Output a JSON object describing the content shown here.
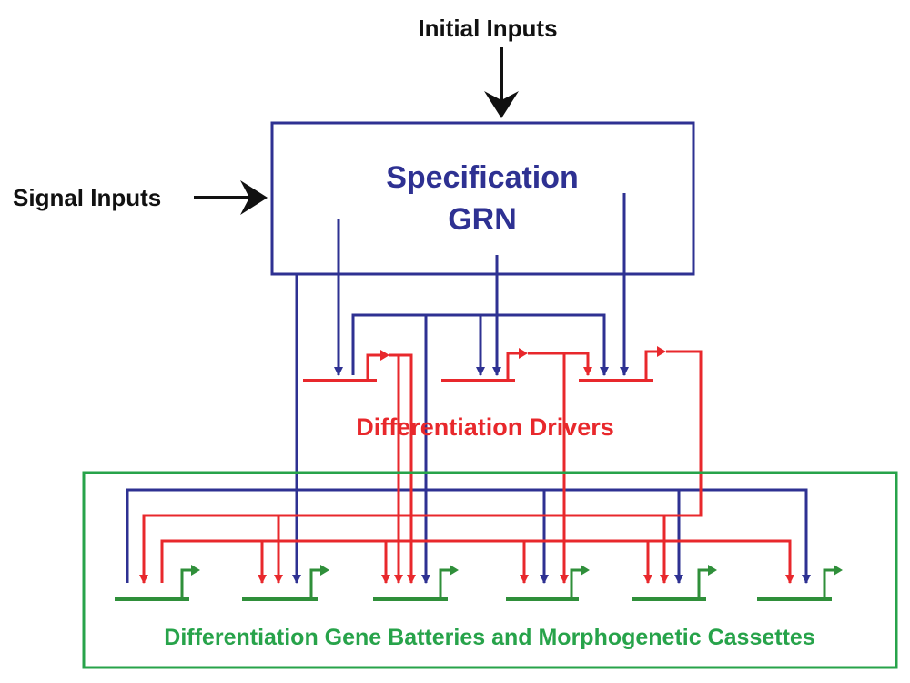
{
  "labels": {
    "initial_inputs": "Initial Inputs",
    "signal_inputs": "Signal Inputs",
    "spec_line1": "Specification",
    "spec_line2": "GRN",
    "drivers": "Differentiation Drivers",
    "batteries": "Differentiation Gene Batteries and Morphogenetic Cassettes"
  },
  "colors": {
    "black": "#111111",
    "blue": "#2e3192",
    "red": "#e8282c",
    "green": "#2f8f3a",
    "frame_green": "#27a34a"
  }
}
